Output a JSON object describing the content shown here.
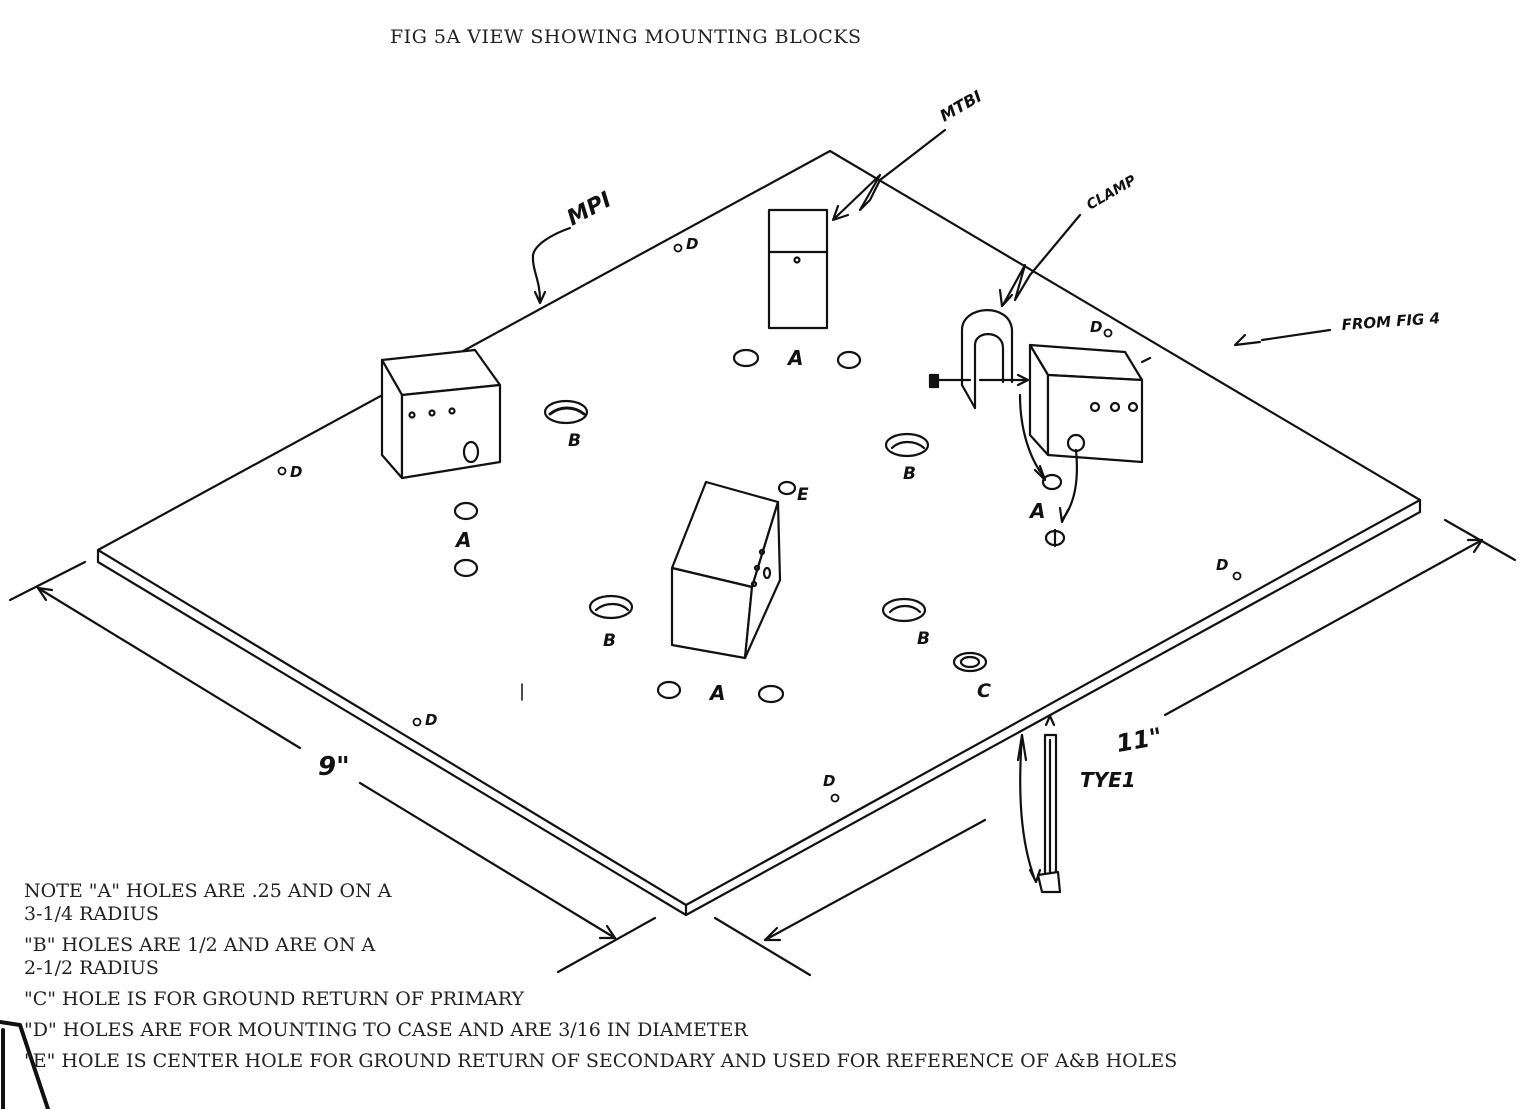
{
  "figure_title": "FIG 5A VIEW SHOWING MOUNTING BLOCKS",
  "callouts": {
    "mp1": "MPI",
    "mtb1": "MTBI",
    "clamp": "CLAMP",
    "from_fig": "FROM FIG 4",
    "tye1": "TYE1",
    "dim_9": "9\"",
    "dim_11": "11\""
  },
  "hole_labels": {
    "a": "A",
    "b": "B",
    "c": "C",
    "d": "D",
    "e": "E"
  },
  "notes": [
    "NOTE \"A\" HOLES ARE .25 AND ON A\n3-1/4 RADIUS",
    "\"B\" HOLES ARE 1/2 AND ARE ON A\n2-1/2 RADIUS",
    "\"C\" HOLE IS FOR GROUND RETURN OF PRIMARY",
    "\"D\" HOLES ARE FOR MOUNTING TO CASE AND ARE 3/16 IN DIAMETER",
    "\"E\" HOLE IS CENTER HOLE FOR GROUND RETURN OF SECONDARY AND USED FOR REFERENCE OF A&B HOLES"
  ]
}
